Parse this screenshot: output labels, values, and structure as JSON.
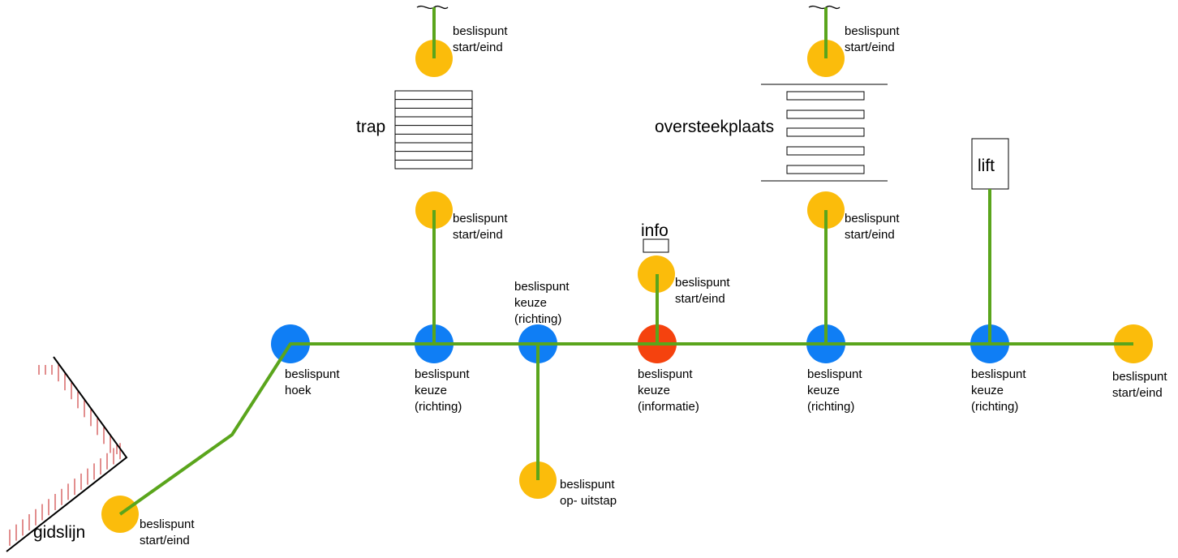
{
  "colors": {
    "path": "#5aa51c",
    "node_start_end": "#fbbc0b",
    "node_keuze_blue": "#0f7ef5",
    "node_keuze_red": "#f5420e",
    "hatch": "#c41e1e",
    "outline": "#000000"
  },
  "labels": {
    "trap": "trap",
    "oversteekplaats": "oversteekplaats",
    "lift": "lift",
    "info": "info",
    "gidslijn": "gidslijn"
  },
  "nodes": [
    {
      "id": "trap-top",
      "type": "start_end",
      "lines": [
        "beslispunt",
        "start/eind"
      ]
    },
    {
      "id": "oversteek-top",
      "type": "start_end",
      "lines": [
        "beslispunt",
        "start/eind"
      ]
    },
    {
      "id": "trap-bottom",
      "type": "start_end",
      "lines": [
        "beslispunt",
        "start/eind"
      ]
    },
    {
      "id": "oversteek-bottom",
      "type": "start_end",
      "lines": [
        "beslispunt",
        "start/eind"
      ]
    },
    {
      "id": "info-node",
      "type": "start_end",
      "lines": [
        "beslispunt",
        "start/eind"
      ]
    },
    {
      "id": "hoek",
      "type": "keuze",
      "lines": [
        "beslispunt",
        "hoek"
      ]
    },
    {
      "id": "keuze-1",
      "type": "keuze",
      "lines": [
        "beslispunt",
        "keuze",
        "(richting)"
      ]
    },
    {
      "id": "keuze-2",
      "type": "keuze",
      "lines": [
        "beslispunt",
        "keuze",
        "(richting)"
      ]
    },
    {
      "id": "informatie",
      "type": "informatie",
      "lines": [
        "beslispunt",
        "keuze",
        "(informatie)"
      ]
    },
    {
      "id": "keuze-3",
      "type": "keuze",
      "lines": [
        "beslispunt",
        "keuze",
        "(richting)"
      ]
    },
    {
      "id": "keuze-4",
      "type": "keuze",
      "lines": [
        "beslispunt",
        "keuze",
        "(richting)"
      ]
    },
    {
      "id": "end-right",
      "type": "start_end",
      "lines": [
        "beslispunt",
        "start/eind"
      ]
    },
    {
      "id": "uitstap",
      "type": "start_end",
      "lines": [
        "beslispunt",
        "op- uitstap"
      ]
    },
    {
      "id": "start-left",
      "type": "start_end",
      "lines": [
        "beslispunt",
        "start/eind"
      ]
    }
  ]
}
